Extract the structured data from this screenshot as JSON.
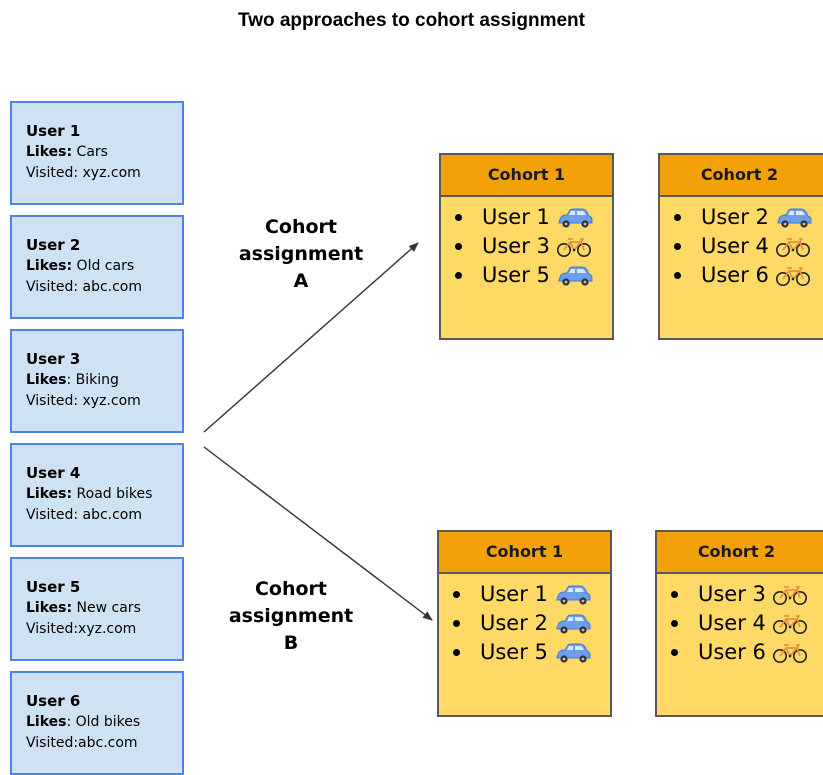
{
  "title": "Two approaches to cohort assignment",
  "users": [
    {
      "name": "User 1",
      "likes_label": "Likes:",
      "likes": "Cars",
      "visited": "Visited: xyz.com"
    },
    {
      "name": "User 2",
      "likes_label": "Likes:",
      "likes": "Old cars",
      "visited": "Visited: abc.com"
    },
    {
      "name": "User 3",
      "likes_label": "Likes",
      "likes": ": Biking",
      "visited": "Visited: xyz.com"
    },
    {
      "name": "User 4",
      "likes_label": "Likes:",
      "likes": "Road bikes",
      "visited": "Visited: abc.com"
    },
    {
      "name": "User 5",
      "likes_label": "Likes:",
      "likes": "New cars",
      "visited": "Visited:xyz.com"
    },
    {
      "name": "User 6",
      "likes_label": "Likes",
      "likes": ": Old bikes",
      "visited": "Visited:abc.com"
    }
  ],
  "assignment_a": {
    "label": [
      "Cohort",
      "assignment",
      "A"
    ],
    "cohorts": [
      {
        "title": "Cohort 1",
        "members": [
          {
            "user": "User 1",
            "icon": "car-icon"
          },
          {
            "user": "User 3",
            "icon": "bike-icon"
          },
          {
            "user": "User 5",
            "icon": "car-icon"
          }
        ]
      },
      {
        "title": "Cohort 2",
        "members": [
          {
            "user": "User 2",
            "icon": "car-icon"
          },
          {
            "user": "User 4",
            "icon": "bike-icon"
          },
          {
            "user": "User 6",
            "icon": "bike-icon"
          }
        ]
      }
    ]
  },
  "assignment_b": {
    "label": [
      "Cohort",
      "assignment",
      "B"
    ],
    "cohorts": [
      {
        "title": "Cohort 1",
        "members": [
          {
            "user": "User 1",
            "icon": "car-icon"
          },
          {
            "user": "User 2",
            "icon": "car-icon"
          },
          {
            "user": "User 5",
            "icon": "car-icon"
          }
        ]
      },
      {
        "title": "Cohort 2",
        "members": [
          {
            "user": "User 3",
            "icon": "bike-icon"
          },
          {
            "user": "User 4",
            "icon": "bike-icon"
          },
          {
            "user": "User 6",
            "icon": "bike-icon"
          }
        ]
      }
    ]
  },
  "colors": {
    "user_card_fill": "#cfe2f3",
    "user_card_border": "#4a86e8",
    "cohort_fill": "#ffd966",
    "cohort_header": "#f3a108",
    "car": "#6d9eeb"
  }
}
